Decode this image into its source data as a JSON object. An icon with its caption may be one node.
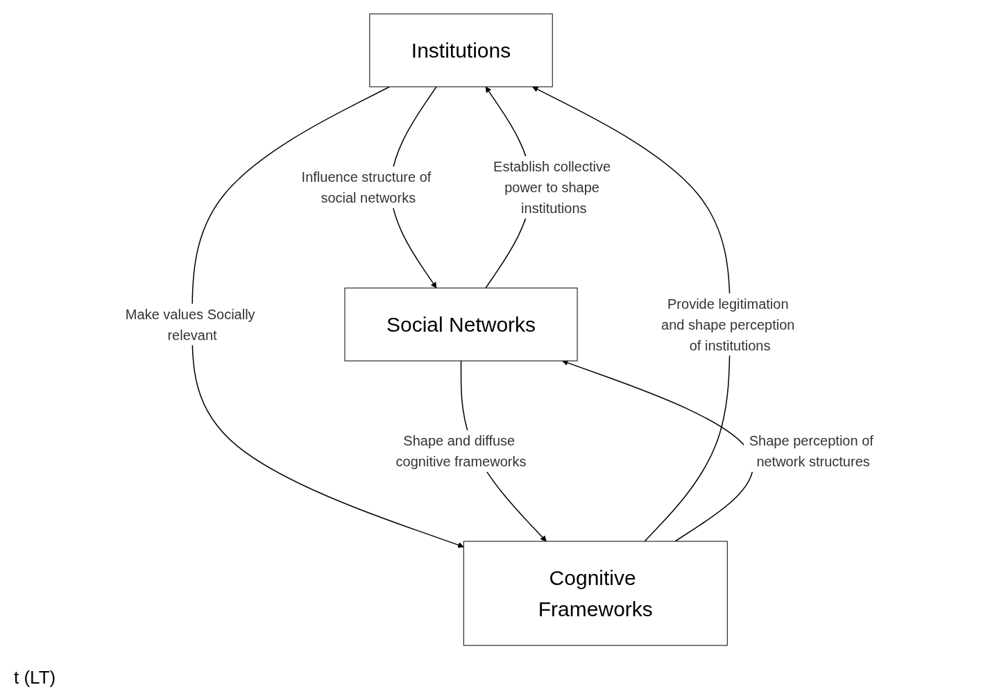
{
  "diagram": {
    "nodes": [
      {
        "text": [
          "Institutions"
        ]
      },
      {
        "text": [
          "Social Networks"
        ]
      },
      {
        "text": [
          "Cognitive Frameworks"
        ]
      }
    ],
    "edges": [
      {
        "from": 1,
        "to": 0,
        "arrow": "to",
        "label": "Establish collective power to shape institutions"
      },
      {
        "from": 0,
        "to": 1,
        "arrow": "to",
        "label": "Influence structure of social networks"
      },
      {
        "from": 2,
        "to": 0,
        "arrow": "to",
        "label": "Provide legitimation and shape perception of institutions"
      },
      {
        "from": 2,
        "to": 1,
        "arrow": "to",
        "label": "Shape perception of network structures"
      },
      {
        "from": 0,
        "to": 2,
        "arrow": "to",
        "label": "Make values Socially relevant"
      },
      {
        "from": 1,
        "to": 2,
        "arrow": "to",
        "label": "Shape and diffuse cognitive frameworks"
      }
    ],
    "labels": [
      "t (LT)"
    ]
  }
}
